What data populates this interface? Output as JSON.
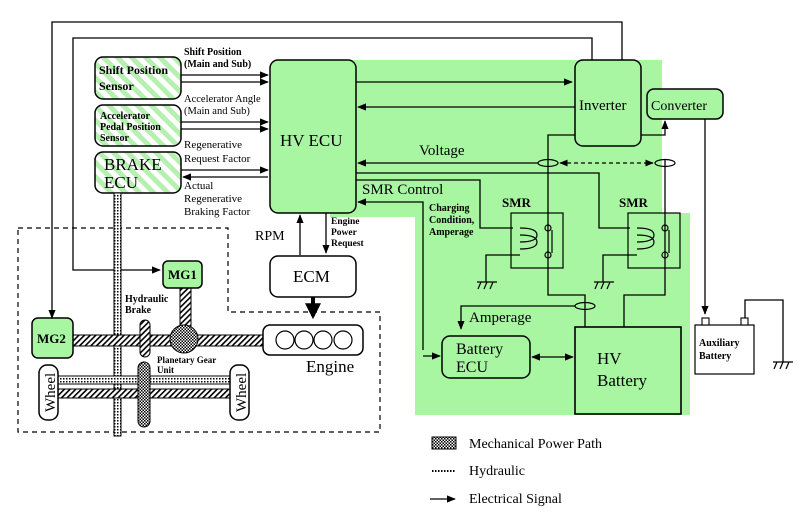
{
  "colors": {
    "green_region": "#a8f5a2",
    "box_green": "#a8f5a2",
    "stripe_green": "#b6f0b0",
    "line": "#000000",
    "background": "#ffffff"
  },
  "components": {
    "shift_sensor": [
      "Shift Position",
      "Sensor"
    ],
    "accel_sensor": [
      "Accelerator",
      "Pedal Position",
      "Sensor"
    ],
    "brake_ecu": [
      "BRAKE",
      "ECU"
    ],
    "hv_ecu": "HV ECU",
    "ecm": "ECM",
    "inverter": "Inverter",
    "converter": "Converter",
    "smr_left": "SMR",
    "smr_right": "SMR",
    "battery_ecu": [
      "Battery",
      "ECU"
    ],
    "hv_battery": [
      "HV",
      "Battery"
    ],
    "aux_battery": [
      "Auxiliary",
      "Battery"
    ],
    "mg1": "MG1",
    "mg2": "MG2",
    "engine": "Engine",
    "wheel_left": "Wheel",
    "wheel_right": "Wheel"
  },
  "signals": {
    "shift_position": [
      "Shift Position",
      "(Main and Sub)"
    ],
    "accel_angle": [
      "Accelerator Angle",
      "(Main and Sub)"
    ],
    "regen_request": [
      "Regenerative",
      "Request Factor"
    ],
    "actual_regen": [
      "Actual",
      "Regenerative",
      "Braking Factor"
    ],
    "rpm": "RPM",
    "engine_power_request": [
      "Engine",
      "Power",
      "Request"
    ],
    "voltage": "Voltage",
    "smr_control": "SMR Control",
    "charging_condition": [
      "Charging",
      "Condition,",
      "Amperage"
    ],
    "amperage": "Amperage",
    "hydraulic_brake": [
      "Hydraulic",
      "Brake"
    ],
    "planetary_gear": [
      "Planetary Gear",
      "Unit"
    ]
  },
  "legend": [
    {
      "key": "mechanical",
      "label": "Mechanical Power Path"
    },
    {
      "key": "hydraulic",
      "label": "Hydraulic"
    },
    {
      "key": "electrical",
      "label": "Electrical Signal"
    }
  ]
}
